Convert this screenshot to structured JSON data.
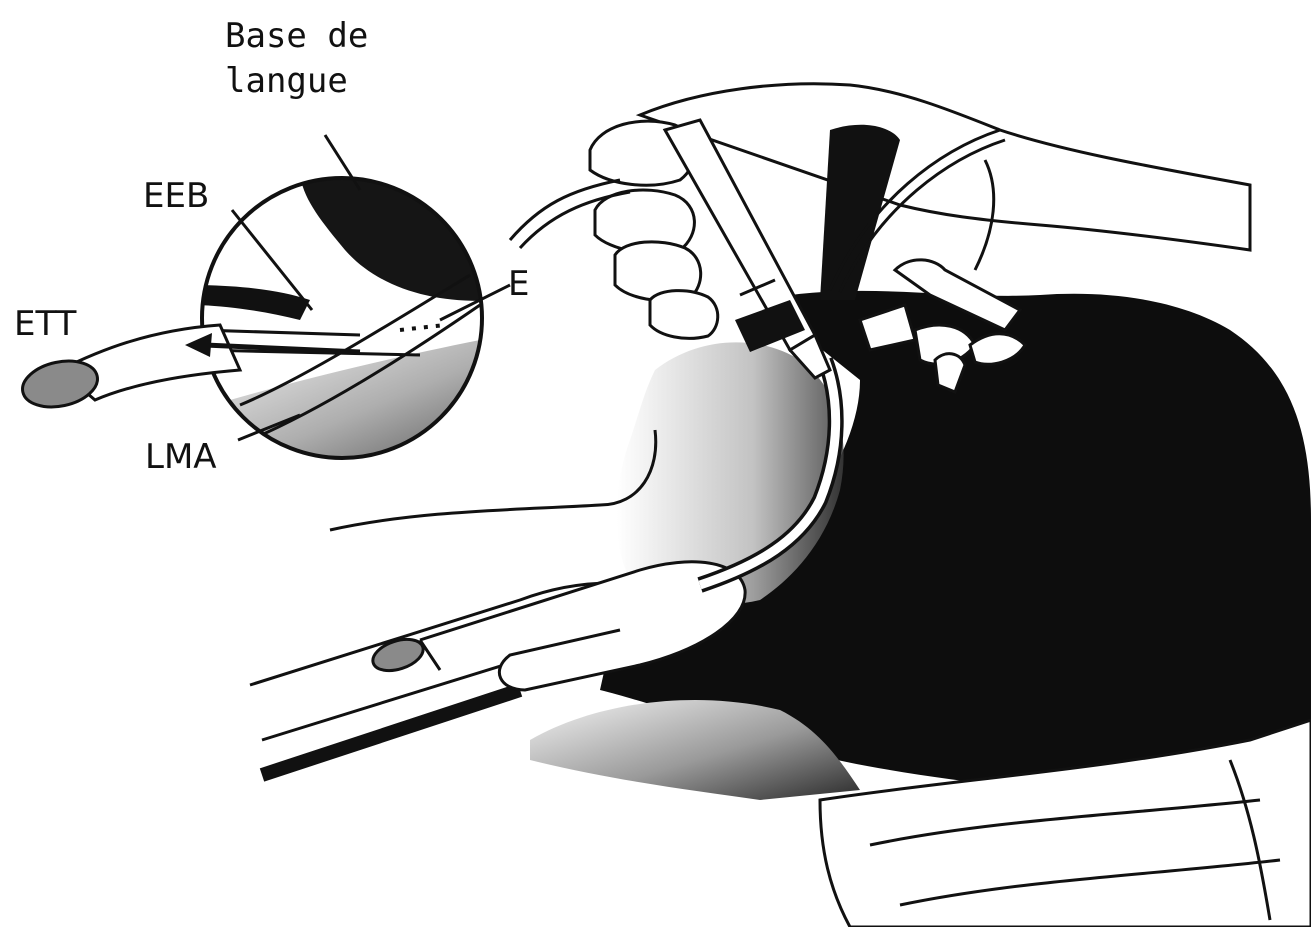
{
  "labels": {
    "base_line1": "Base de",
    "base_line2": "langue",
    "eeb": "EEB",
    "e": "E",
    "ett": "ETT",
    "lma": "LMA"
  },
  "colors": {
    "ink": "#111111",
    "shade": "#8a8a8a",
    "light_shade": "#cfcfcf",
    "background": "#ffffff"
  }
}
